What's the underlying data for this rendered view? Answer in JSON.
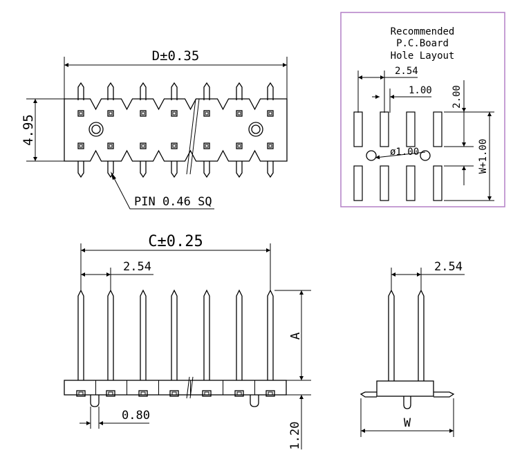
{
  "top_view": {
    "d_label": "D±0.35",
    "height_label": "4.95",
    "pin_label": "PIN 0.46 SQ"
  },
  "pcb_layout": {
    "title_line1": "Recommended",
    "title_line2": "P.C.Board",
    "title_line3": "Hole Layout",
    "pitch_label": "2.54",
    "pad_width_label": "1.00",
    "row_gap_label": "2.00",
    "hole_label": "ø1.00",
    "w_label": "W+1.00"
  },
  "front_view": {
    "c_label": "C±0.25",
    "pitch_label": "2.54",
    "a_label": "A",
    "pin_offset_label": "0.80",
    "base_label": "1.20"
  },
  "side_view": {
    "pitch_label": "2.54",
    "w_label": "W"
  },
  "colors": {
    "line": "#000000",
    "frame": "#b27fc6"
  }
}
